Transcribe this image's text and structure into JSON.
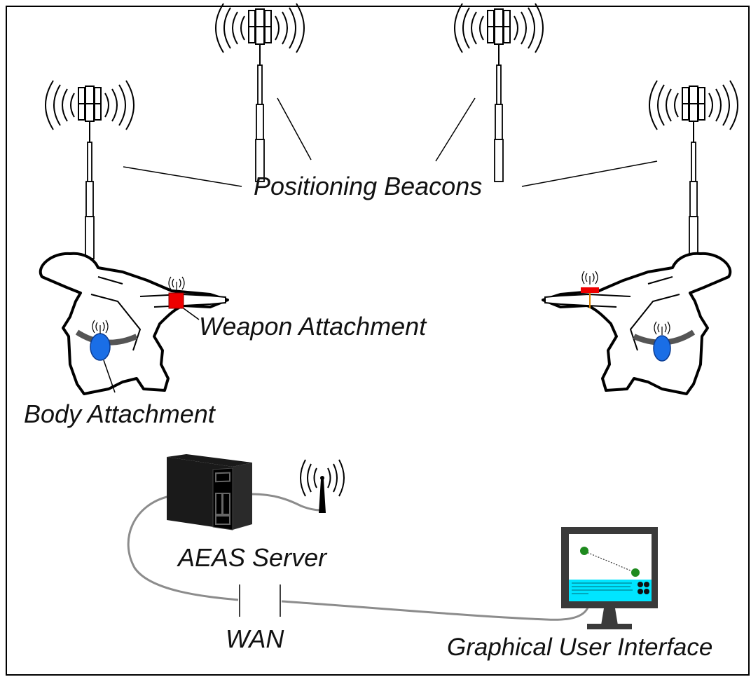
{
  "labels": {
    "beacons": "Positioning Beacons",
    "weapon": "Weapon Attachment",
    "body": "Body Attachment",
    "server": "AEAS Server",
    "wan": "WAN",
    "gui": "Graphical User Interface"
  },
  "icons": {
    "beacon": "cell-tower-icon",
    "soldier": "kneeling-soldier-icon",
    "server": "server-tower-icon",
    "antenna": "antenna-icon",
    "monitor": "monitor-icon"
  },
  "colors": {
    "weapon_attachment": "#ee0000",
    "body_attachment": "#1a6ee6",
    "cable": "#8c8c8c",
    "screen_panel": "#00e5ff",
    "map_node": "#1e8a1e"
  }
}
